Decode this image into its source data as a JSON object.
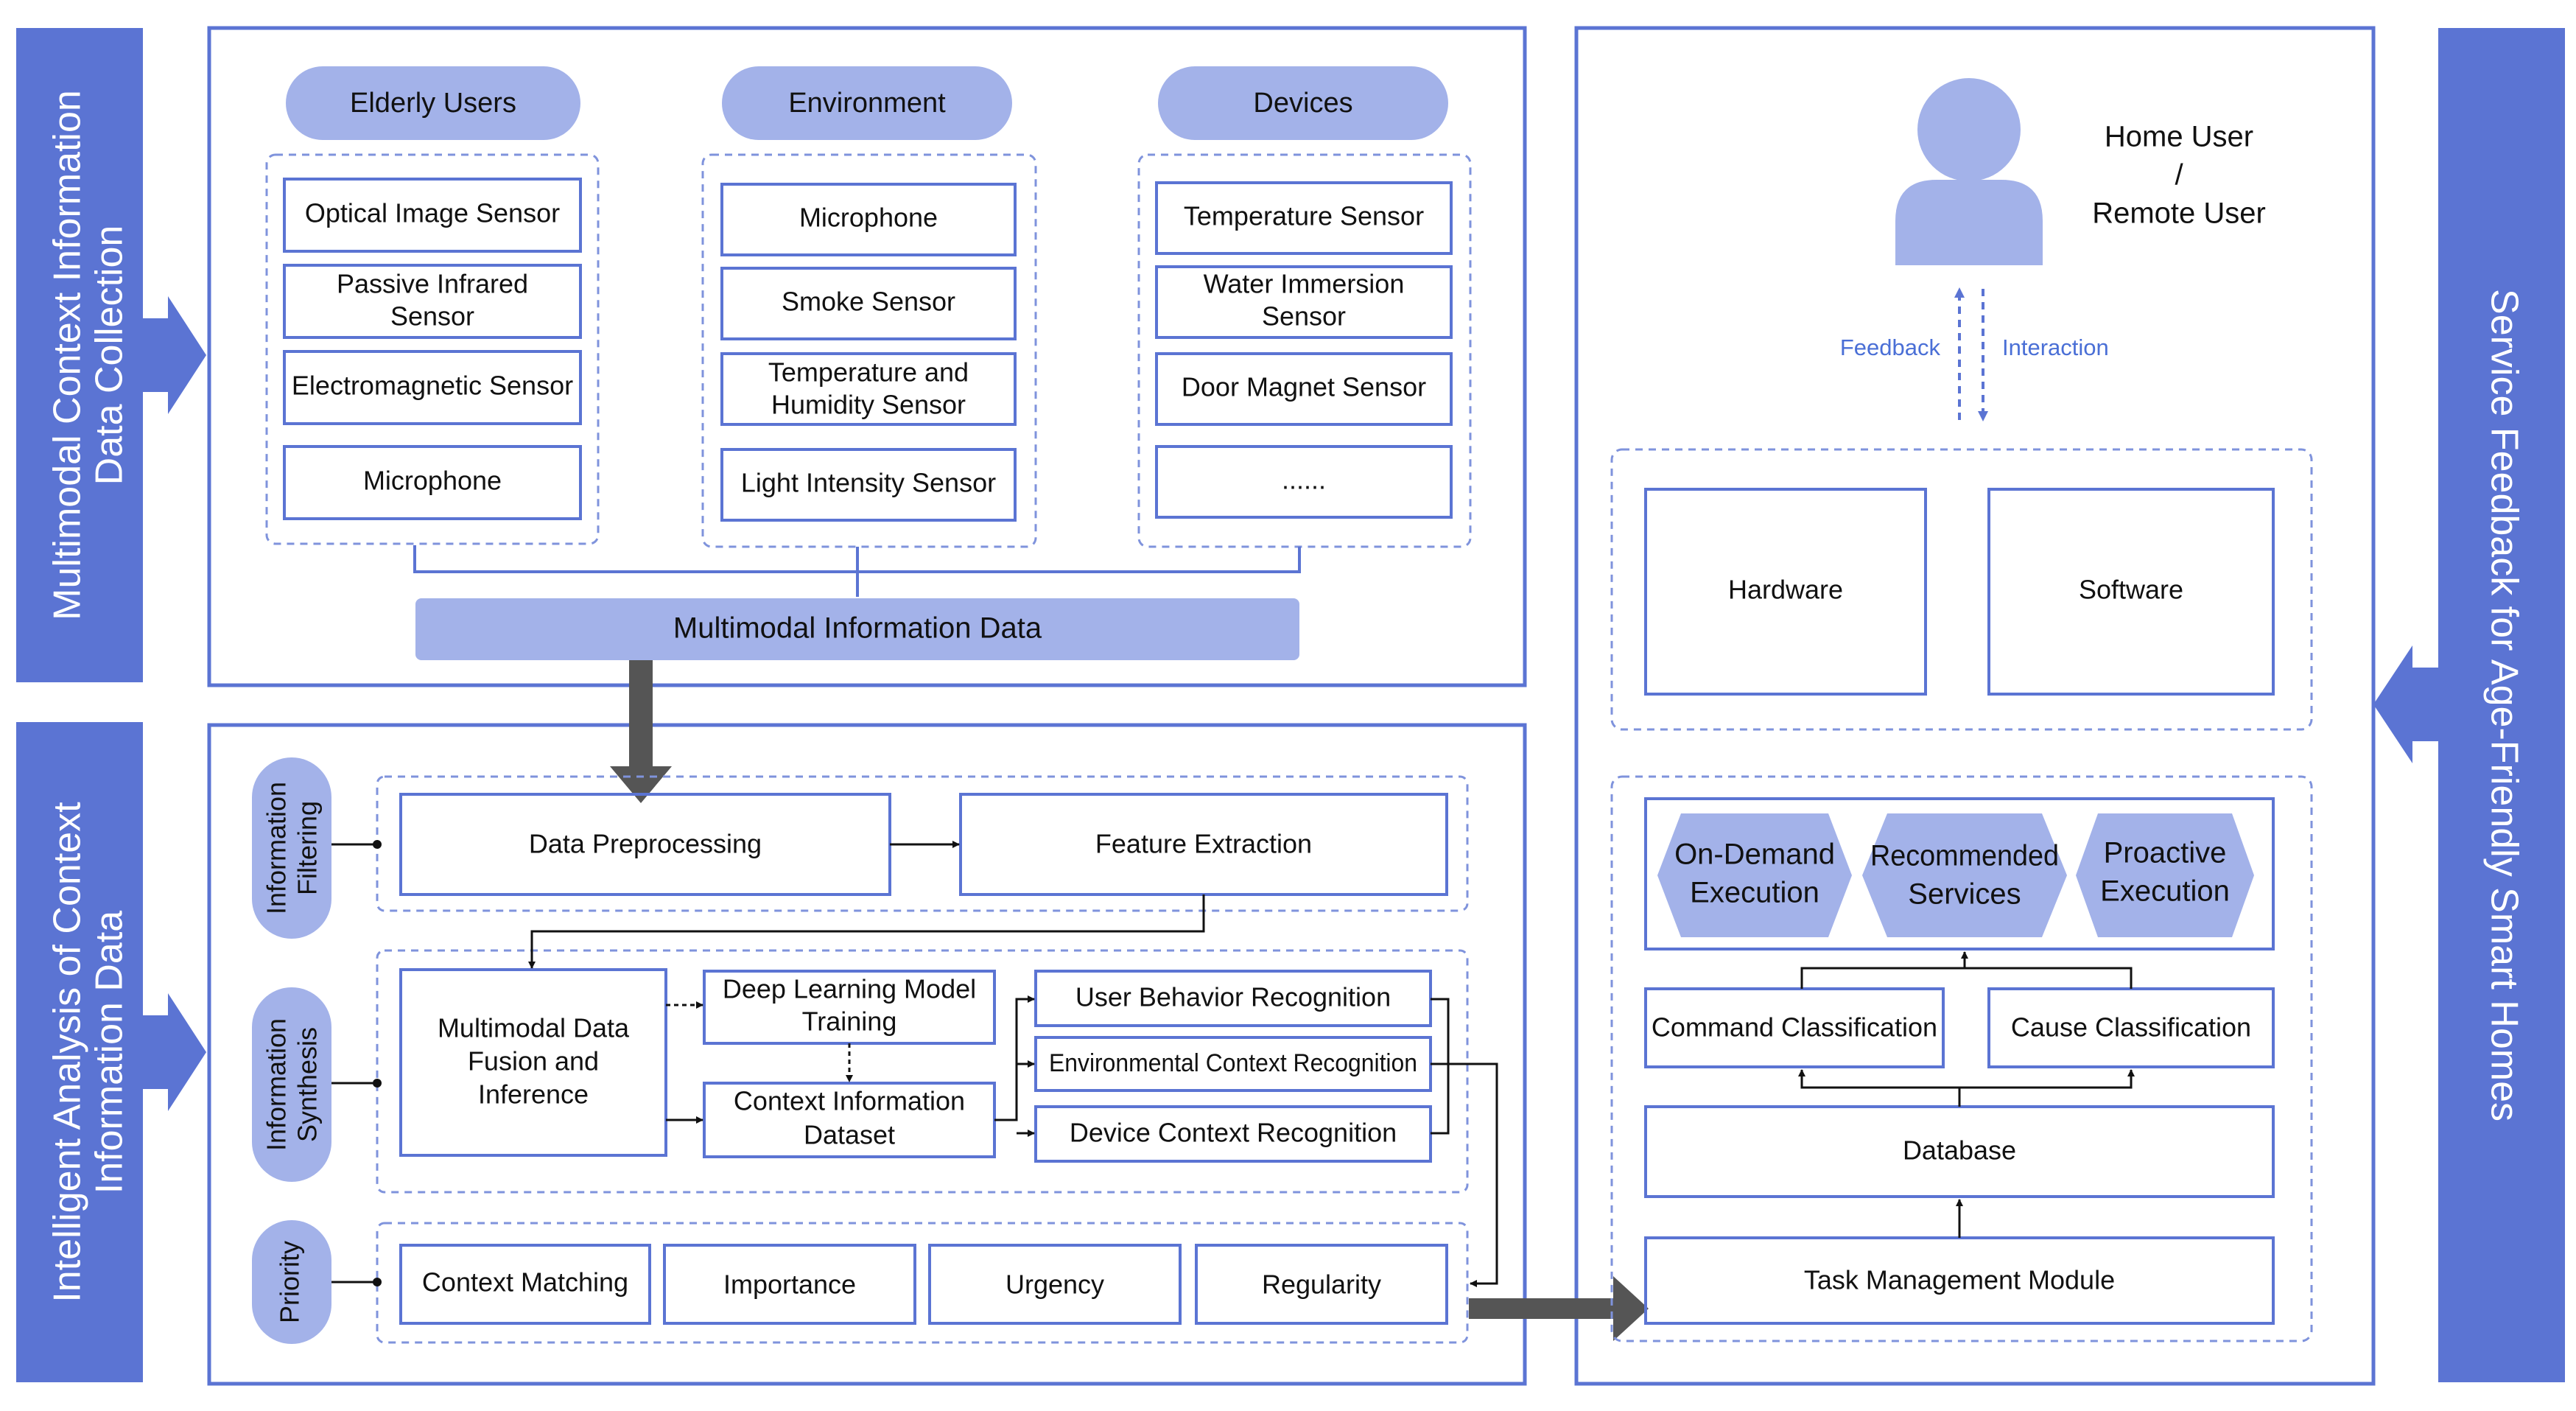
{
  "colors": {
    "accent": "#5b74d3",
    "pill": "#a3b2e9",
    "box_border": "#5b74d3",
    "dash": "#7f93dc",
    "text": "#111111",
    "arrow_dark": "#555555"
  },
  "side_banners": {
    "collection_line1": "Multimodal Context Information",
    "collection_line2": "Data Collection",
    "analysis_line1": "Intelligent Analysis of Context",
    "analysis_line2": "Information Data",
    "service": "Service Feedback for Age-Friendly Smart Homes"
  },
  "collection": {
    "groups": [
      {
        "title": "Elderly Users",
        "sensors": [
          [
            "Optical Image Sensor"
          ],
          [
            "Passive Infrared",
            "Sensor"
          ],
          [
            "Electromagnetic Sensor"
          ],
          [
            "Microphone"
          ]
        ]
      },
      {
        "title": "Environment",
        "sensors": [
          [
            "Microphone"
          ],
          [
            "Smoke Sensor"
          ],
          [
            "Temperature and",
            "Humidity Sensor"
          ],
          [
            "Light Intensity Sensor"
          ]
        ]
      },
      {
        "title": "Devices",
        "sensors": [
          [
            "Temperature Sensor"
          ],
          [
            "Water Immersion",
            "Sensor"
          ],
          [
            "Door Magnet Sensor"
          ],
          [
            "......"
          ]
        ]
      }
    ],
    "multimodal_bar": "Multimodal Information Data"
  },
  "analysis": {
    "filtering_label": [
      "Information",
      "Filtering"
    ],
    "synthesis_label": [
      "Information",
      "Synthesis"
    ],
    "priority_label": [
      "Priority"
    ],
    "data_preprocessing": "Data Preprocessing",
    "feature_extraction": "Feature Extraction",
    "fusion": [
      "Multimodal Data",
      "Fusion and",
      "Inference"
    ],
    "dl_training": [
      "Deep Learning Model",
      "Training"
    ],
    "context_dataset": [
      "Context Information",
      "Dataset"
    ],
    "user_behavior": "User Behavior Recognition",
    "env_context": "Environmental Context Recognition",
    "device_context": "Device Context Recognition",
    "priority_items": [
      "Context Matching",
      "Importance",
      "Urgency",
      "Regularity"
    ]
  },
  "service": {
    "user_line1": "Home User",
    "user_line2": "/",
    "user_line3": "Remote User",
    "feedback": "Feedback",
    "interaction": "Interaction",
    "hardware": "Hardware",
    "software": "Software",
    "hexes": [
      [
        "On-Demand",
        "Execution"
      ],
      [
        "Recommended",
        "Services"
      ],
      [
        "Proactive",
        "Execution"
      ]
    ],
    "command_classification": "Command Classification",
    "cause_classification": "Cause Classification",
    "database": "Database",
    "task_management": "Task Management Module"
  }
}
